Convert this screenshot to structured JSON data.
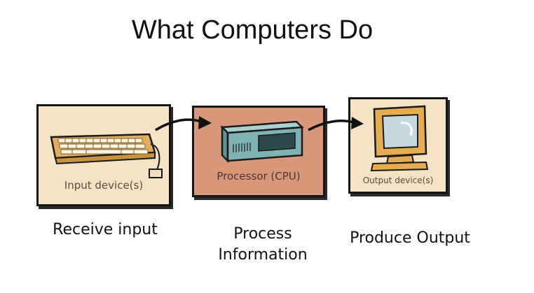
{
  "title": "What Computers Do",
  "stages": [
    {
      "box_label": "Input device(s)",
      "icon": "keyboard-icon",
      "caption": "Receive input"
    },
    {
      "box_label": "Processor (CPU)",
      "icon": "cpu-icon",
      "caption_lines": [
        "Process",
        "Information"
      ]
    },
    {
      "box_label": "Output device(s)",
      "icon": "monitor-icon",
      "caption": "Produce Output"
    }
  ],
  "colors": {
    "input_box": "#f6e2c4",
    "cpu_box": "#d8977b",
    "output_box": "#f6e2c4",
    "keyboard": "#e2ad5d",
    "cpu_body": "#7fb2b4",
    "monitor_frame": "#e6ac50",
    "monitor_screen": "#c8d9de"
  }
}
